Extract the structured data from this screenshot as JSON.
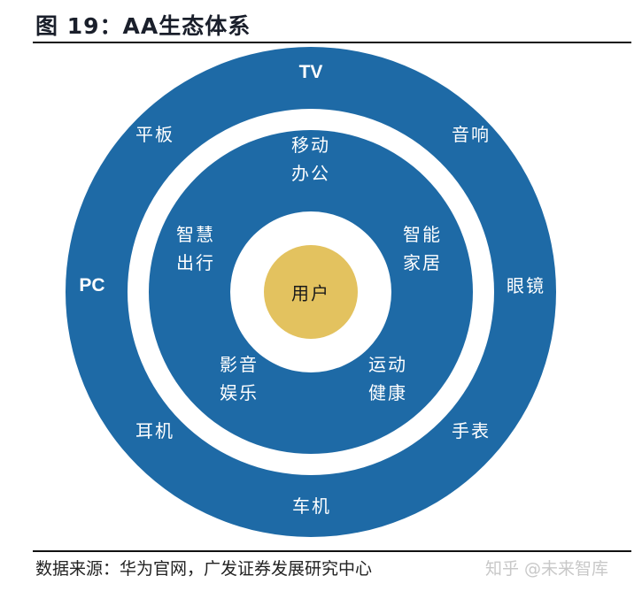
{
  "figure": {
    "title": "图 19：AA生态体系",
    "source": "数据来源：华为官网，广发证券发展研究中心",
    "watermark": "知乎 @未来智库"
  },
  "colors": {
    "ring_blue": "#1e6aa6",
    "gap_white": "#ffffff",
    "core_gold": "#e3c25f",
    "label_white": "#ffffff",
    "core_text": "#1a1a1a"
  },
  "diagram": {
    "center": {
      "label": "用户"
    },
    "inner_ring": {
      "items": [
        {
          "label_line1": "移动",
          "label_line2": "办公"
        },
        {
          "label_line1": "智能",
          "label_line2": "家居"
        },
        {
          "label_line1": "运动",
          "label_line2": "健康"
        },
        {
          "label_line1": "影音",
          "label_line2": "娱乐"
        },
        {
          "label_line1": "智慧",
          "label_line2": "出行"
        }
      ]
    },
    "outer_ring": {
      "items": [
        {
          "label": "TV"
        },
        {
          "label": "音响"
        },
        {
          "label": "眼镜"
        },
        {
          "label": "手表"
        },
        {
          "label": "车机"
        },
        {
          "label": "耳机"
        },
        {
          "label": "PC"
        },
        {
          "label": "平板"
        }
      ]
    }
  }
}
